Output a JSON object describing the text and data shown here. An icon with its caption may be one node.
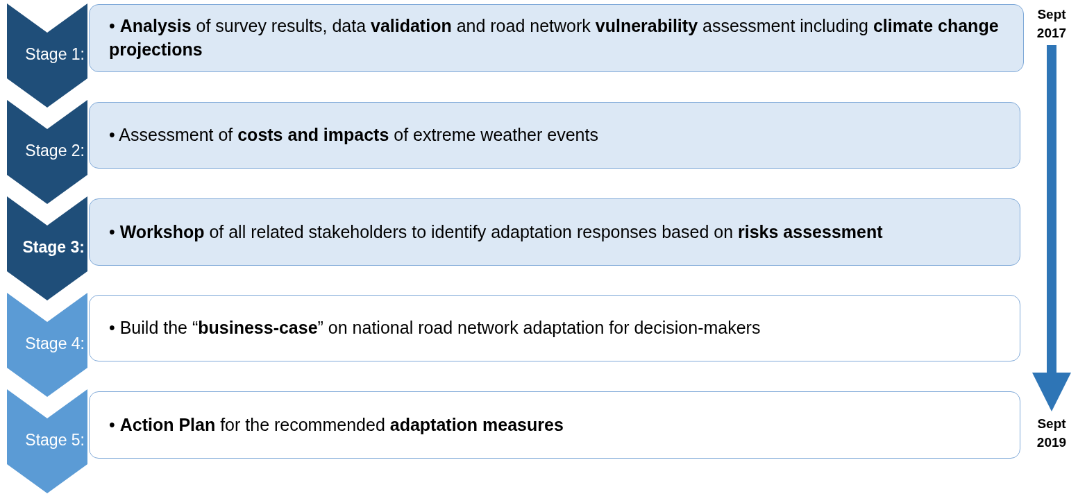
{
  "diagram": {
    "nodes": [
      {
        "text": [
          "Stage 1:"
        ]
      },
      {
        "text": [
          "• **Analysis** of survey results, data **validation** and road network **vulnerability** assessment including **climate change projections**"
        ]
      },
      {
        "text": [
          "Sept 2017"
        ]
      },
      {
        "text": [
          "Stage 2:"
        ]
      },
      {
        "text": [
          "• Assessment of **costs and impacts** of extreme weather events"
        ]
      },
      {
        "text": [
          "Stage 3:"
        ]
      },
      {
        "text": [
          "• **Workshop** of all related stakeholders to identify adaptation responses based on **risks assessment**"
        ]
      },
      {
        "text": [
          "Stage 4:"
        ]
      },
      {
        "text": [
          "• Build the “**business-case**” on national road network adaptation for decision-makers"
        ]
      },
      {
        "text": [
          "Stage 5:"
        ]
      },
      {
        "text": [
          "• **Action Plan** for the recommended **adaptation measures**"
        ]
      },
      {
        "text": [
          "Sept 2019"
        ]
      }
    ],
    "edges": [
      {
        "from": 2,
        "to": 11,
        "arrow": "to"
      }
    ]
  }
}
